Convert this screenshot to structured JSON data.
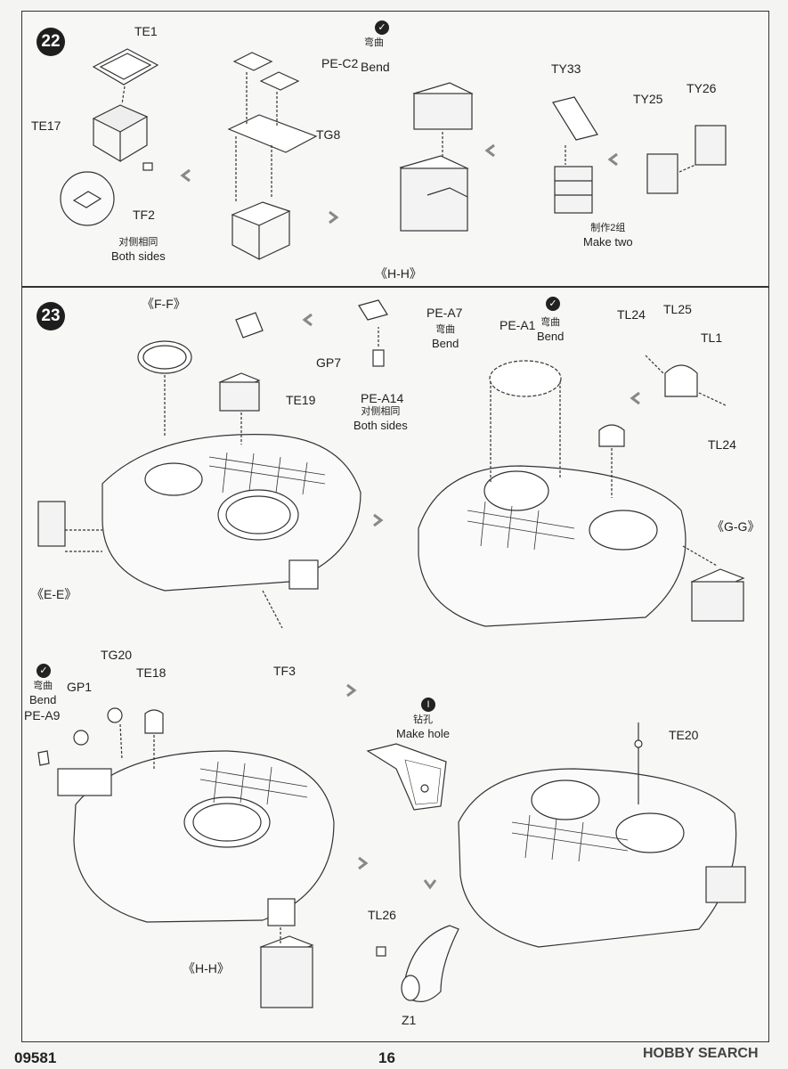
{
  "page": {
    "code": "09581",
    "number": "16",
    "watermark": "HOBBY SEARCH"
  },
  "step22": {
    "number": "22",
    "parts": [
      "TE1",
      "TE17",
      "TF2",
      "PE-C2",
      "TG8",
      "TY33",
      "TY25",
      "TY26"
    ],
    "bend_zh": "弯曲",
    "bend_en": "Bend",
    "both_sides_zh": "对侧相同",
    "both_sides_en": "Both sides",
    "make_two_zh": "制作2组",
    "make_two_en": "Make two",
    "subassembly": "《H-H》"
  },
  "step23": {
    "number": "23",
    "ff": "《F-F》",
    "gp7": "GP7",
    "te19": "TE19",
    "pea7": "PE-A7",
    "pea14": "PE-A14",
    "pea1": "PE-A1",
    "tl24a": "TL24",
    "tl25": "TL25",
    "tl1": "TL1",
    "tl24b": "TL24",
    "ee": "《E-E》",
    "tf3": "TF3",
    "gg": "《G-G》",
    "tg20": "TG20",
    "te18": "TE18",
    "gp1": "GP1",
    "pea9": "PE-A9",
    "hh": "《H-H》",
    "te20": "TE20",
    "tl26": "TL26",
    "z1": "Z1",
    "bend_zh": "弯曲",
    "bend_en": "Bend",
    "both_sides_zh": "对侧相同",
    "both_sides_en": "Both sides",
    "drill_zh": "钻孔",
    "drill_en": "Make hole"
  }
}
